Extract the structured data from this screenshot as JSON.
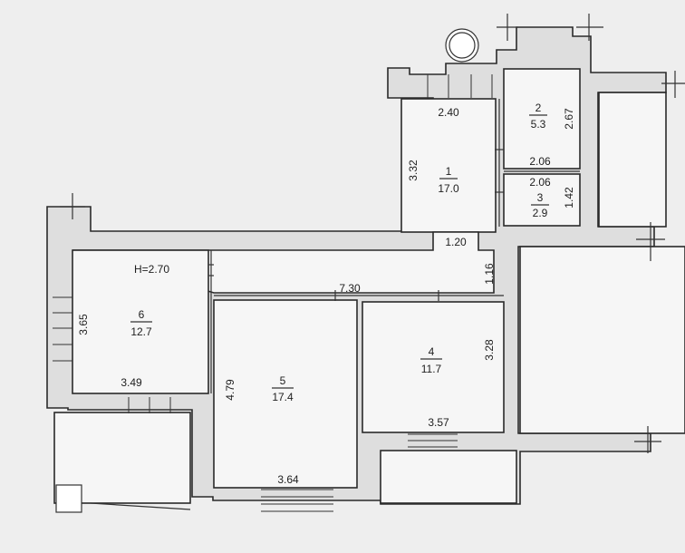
{
  "ceiling_height": "H=2.70",
  "rooms": [
    {
      "number": "1",
      "area": "17.0"
    },
    {
      "number": "2",
      "area": "5.3"
    },
    {
      "number": "3",
      "area": "2.9"
    },
    {
      "number": "4",
      "area": "11.7"
    },
    {
      "number": "5",
      "area": "17.4"
    },
    {
      "number": "6",
      "area": "12.7"
    }
  ],
  "dimensions": {
    "room1_width": "2.40",
    "room1_height": "3.32",
    "room2_height": "2.67",
    "room2_width": "2.06",
    "room3_width": "2.06",
    "room3_height": "1.42",
    "corridor_opening": "1.20",
    "corridor_depth": "1.16",
    "corridor_length": "7.30",
    "room6_height": "3.65",
    "room6_width": "3.49",
    "room5_height": "4.79",
    "room5_width": "3.64",
    "room4_height": "3.28",
    "room4_width": "3.57"
  }
}
